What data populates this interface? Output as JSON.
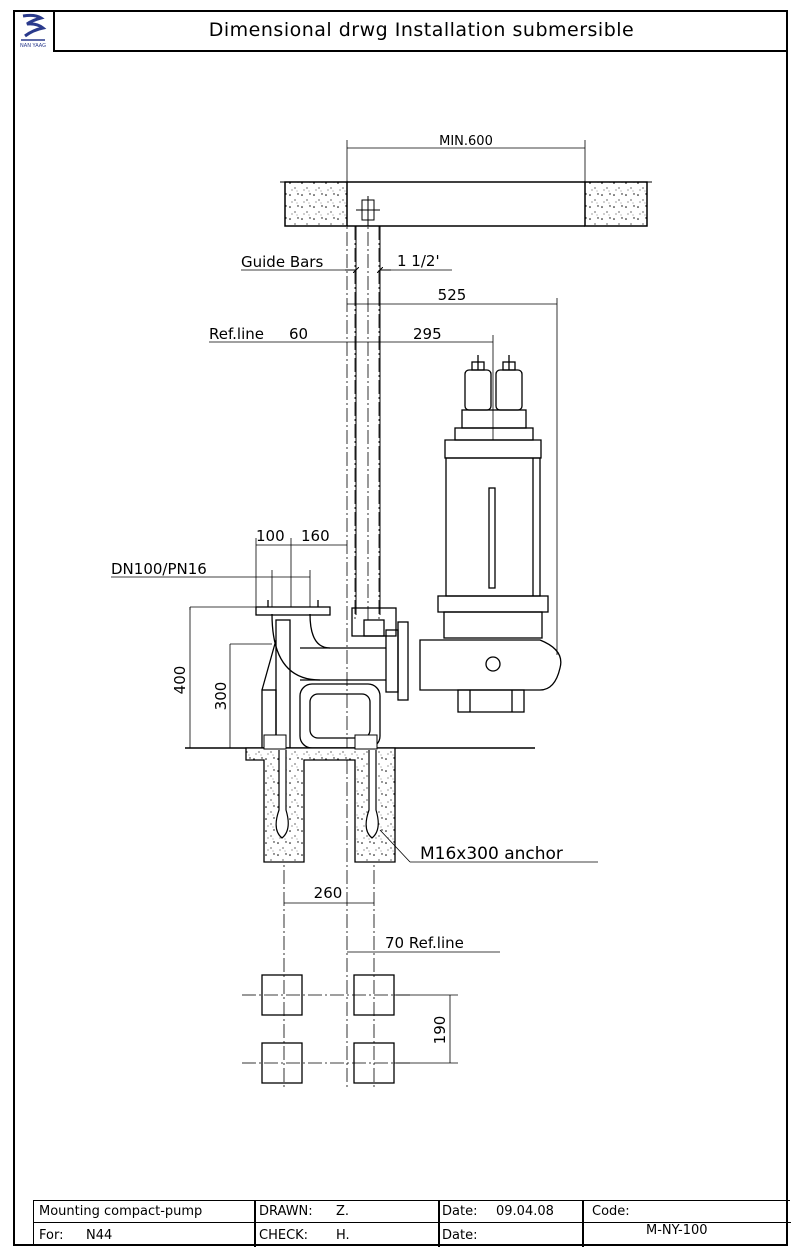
{
  "header": {
    "title": "Dimensional drwg Installation submersible",
    "logo_text": "NAN YAAG"
  },
  "dimensions": {
    "min_opening": "MIN.600",
    "guide_bars_label": "Guide Bars",
    "guide_bars_size": "1 1/2'",
    "dim_525": "525",
    "ref_line_label": "Ref.line",
    "dim_60": "60",
    "dim_295": "295",
    "dim_100": "100",
    "dim_160": "160",
    "flange_spec": "DN100/PN16",
    "dim_400": "400",
    "dim_300": "300",
    "anchor_spec": "M16x300 anchor",
    "dim_260": "260",
    "ref_line_70": "70 Ref.line",
    "dim_190": "190"
  },
  "title_block": {
    "description": "Mounting compact-pump",
    "for_label": "For:",
    "for_value": "N44",
    "drawn_label": "DRAWN:",
    "drawn_value": "Z.",
    "check_label": "CHECK:",
    "check_value": "H.",
    "date1_label": "Date:",
    "date1_value": "09.04.08",
    "date2_label": "Date:",
    "date2_value": "",
    "code_label": "Code:",
    "code_value": "M-NY-100"
  },
  "colors": {
    "line": "#000000",
    "background": "#ffffff",
    "logo": "#2a3a8c"
  }
}
